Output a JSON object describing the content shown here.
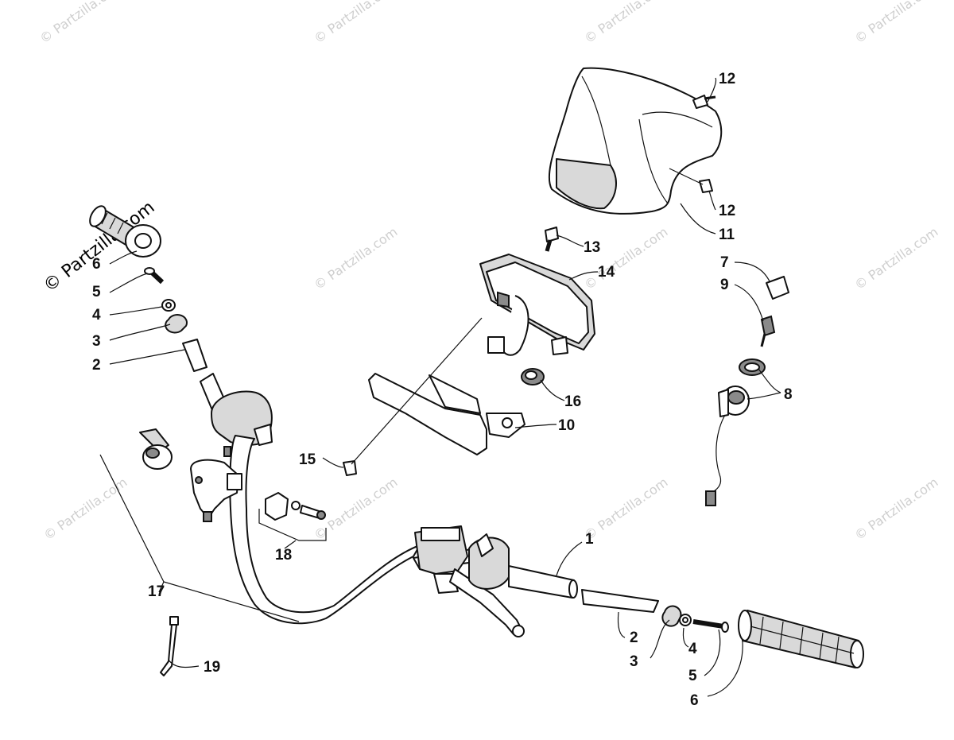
{
  "watermark": {
    "text": "© Partzilla.com",
    "prominent": "© Partzilla.com"
  },
  "callouts": {
    "c1": "1",
    "c2_left": "2",
    "c2_right": "2",
    "c3_left": "3",
    "c3_right": "3",
    "c4_left": "4",
    "c4_right": "4",
    "c5_left": "5",
    "c5_right": "5",
    "c6_left": "6",
    "c6_right": "6",
    "c7": "7",
    "c8": "8",
    "c9": "9",
    "c10": "10",
    "c11": "11",
    "c12_top": "12",
    "c12_bottom": "12",
    "c13": "13",
    "c14": "14",
    "c15": "15",
    "c16": "16",
    "c17": "17",
    "c18": "18",
    "c19": "19"
  }
}
